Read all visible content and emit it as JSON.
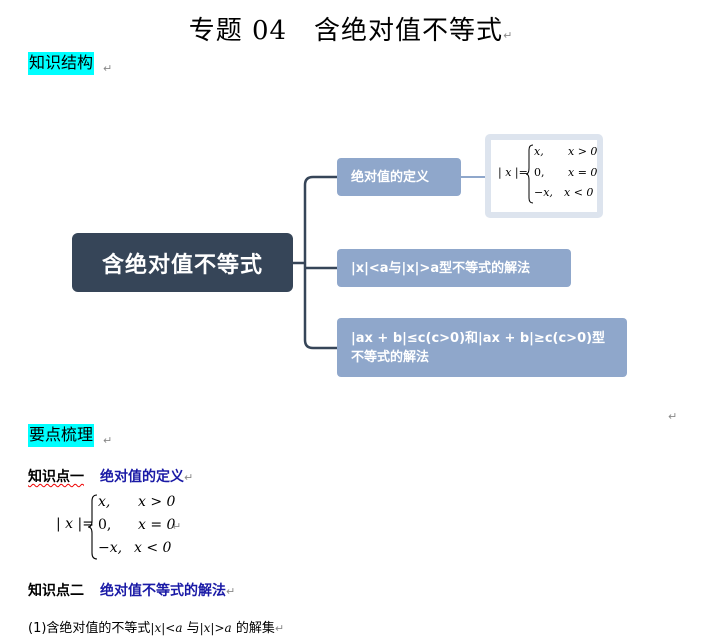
{
  "title": "专题 04　含绝对值不等式",
  "sections": {
    "structure": "知识结构",
    "summary": "要点梳理"
  },
  "mindmap": {
    "root": "含绝对值不等式",
    "nodes": [
      "绝对值的定义",
      "|x|<a与|x|>a型不等式的解法",
      "|ax + b|≤c(c>0)和|ax + b|≥c(c>0)型不等式的解法"
    ]
  },
  "formula": {
    "lhs": "| x |=",
    "rows": [
      {
        "value": "x,",
        "cond": "x > 0"
      },
      {
        "value": "0,",
        "cond": "x = 0"
      },
      {
        "value": "−x,",
        "cond": "x < 0"
      }
    ]
  },
  "knowledge_points": [
    {
      "label": "知识点一",
      "name": "绝对值的定义"
    },
    {
      "label": "知识点二",
      "name": "绝对值不等式的解法"
    }
  ],
  "paragraph": {
    "prefix": "(1)含绝对值的不等式",
    "m1": "|x|<a",
    "mid": " 与",
    "m2": "|x|>a",
    "suffix": " 的解集"
  },
  "marks": {
    "pilcrow": "↵"
  }
}
